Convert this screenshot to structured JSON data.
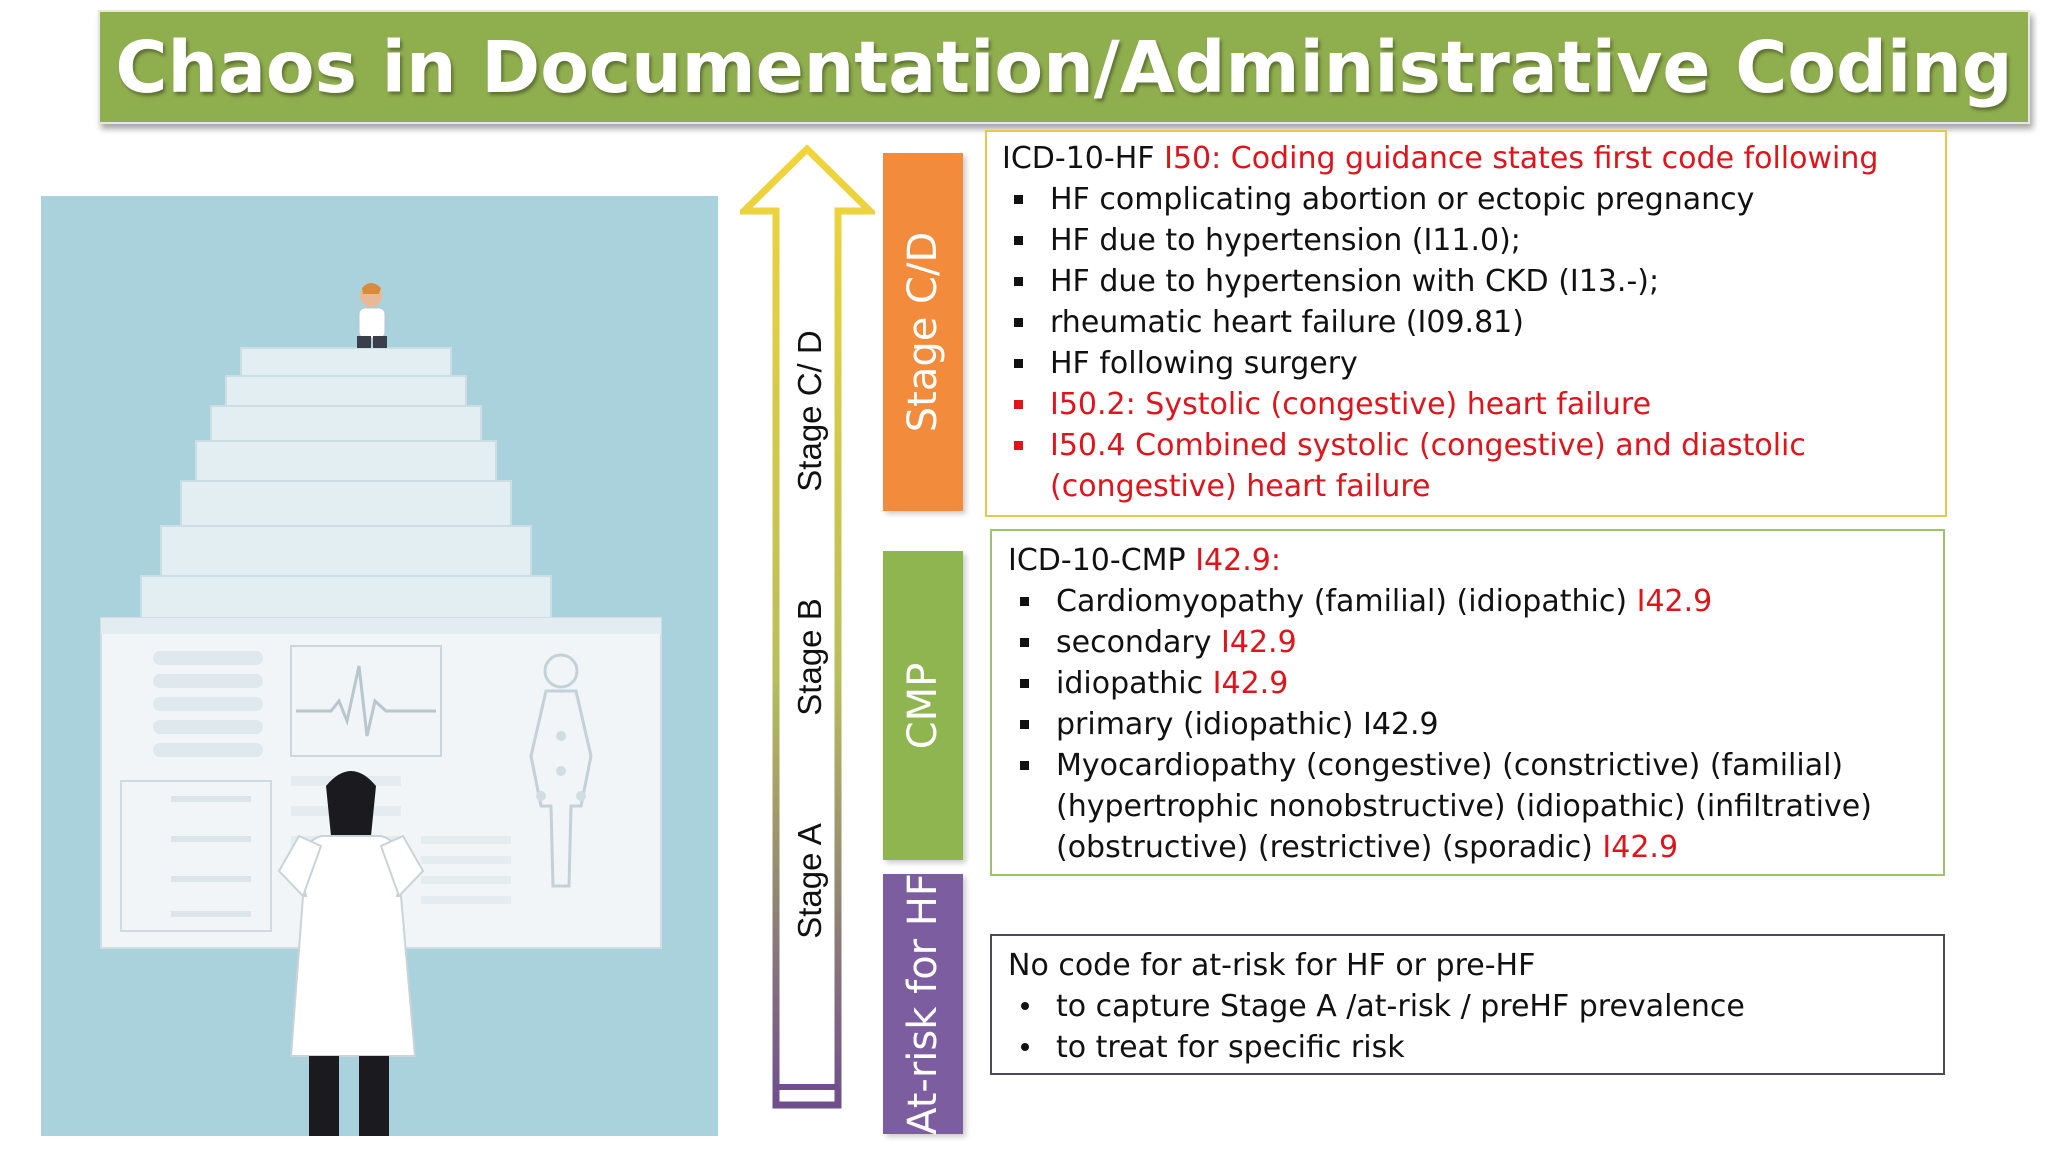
{
  "title": "Chaos in Documentation/Administrative Coding",
  "colors": {
    "title_bg": "#8fae4e",
    "stage_cd": "#f28b3c",
    "cmp": "#8fb550",
    "at_risk": "#7b5da0",
    "red_text": "#e0141b",
    "box_border_cd": "#e6c84a",
    "box_border_cmp": "#9cc56a",
    "box_border_risk": "#4a4a5a"
  },
  "arrow_stages": [
    "Stage A",
    "Stage B",
    "Stage  C/ D"
  ],
  "bars": {
    "stage_cd": "Stage C/D",
    "cmp": "CMP",
    "at_risk": "At-risk for HF"
  },
  "box_cd": {
    "head_prefix": "ICD-10-HF",
    "head_code": "I50: Coding guidance states first code following",
    "items": [
      {
        "text": "HF complicating abortion or ectopic pregnancy",
        "red": false
      },
      {
        "text": "HF due to hypertension (I11.0);",
        "red": false
      },
      {
        "text": "HF due to hypertension with CKD (I13.-);",
        "red": false
      },
      {
        "text": "rheumatic heart failure (I09.81)",
        "red": false
      },
      {
        "text": "HF following surgery",
        "red": false
      },
      {
        "text": "I50.2: Systolic (congestive) heart failure",
        "red": true
      },
      {
        "text": "I50.4 Combined systolic (congestive) and diastolic (congestive) heart failure",
        "red": true
      }
    ]
  },
  "box_cmp": {
    "head_prefix": "ICD-10-CMP",
    "head_code": "I42.9:",
    "items": [
      {
        "text": "Cardiomyopathy (familial) (idiopathic)",
        "code": "I42.9"
      },
      {
        "text": "secondary",
        "code": "I42.9"
      },
      {
        "text": "idiopathic",
        "code": "I42.9"
      },
      {
        "text": "primary (idiopathic) I42.9",
        "code": ""
      },
      {
        "text": "Myocardiopathy (congestive) (constrictive) (familial) (hypertrophic nonobstructive) (idiopathic) (infiltrative) (obstructive) (restrictive) (sporadic)",
        "code": "I42.9"
      }
    ]
  },
  "box_risk": {
    "head": "No code for at-risk for HF or pre-HF",
    "items": [
      "to capture Stage A /at-risk / preHF  prevalence",
      "to treat for specific risk"
    ]
  }
}
